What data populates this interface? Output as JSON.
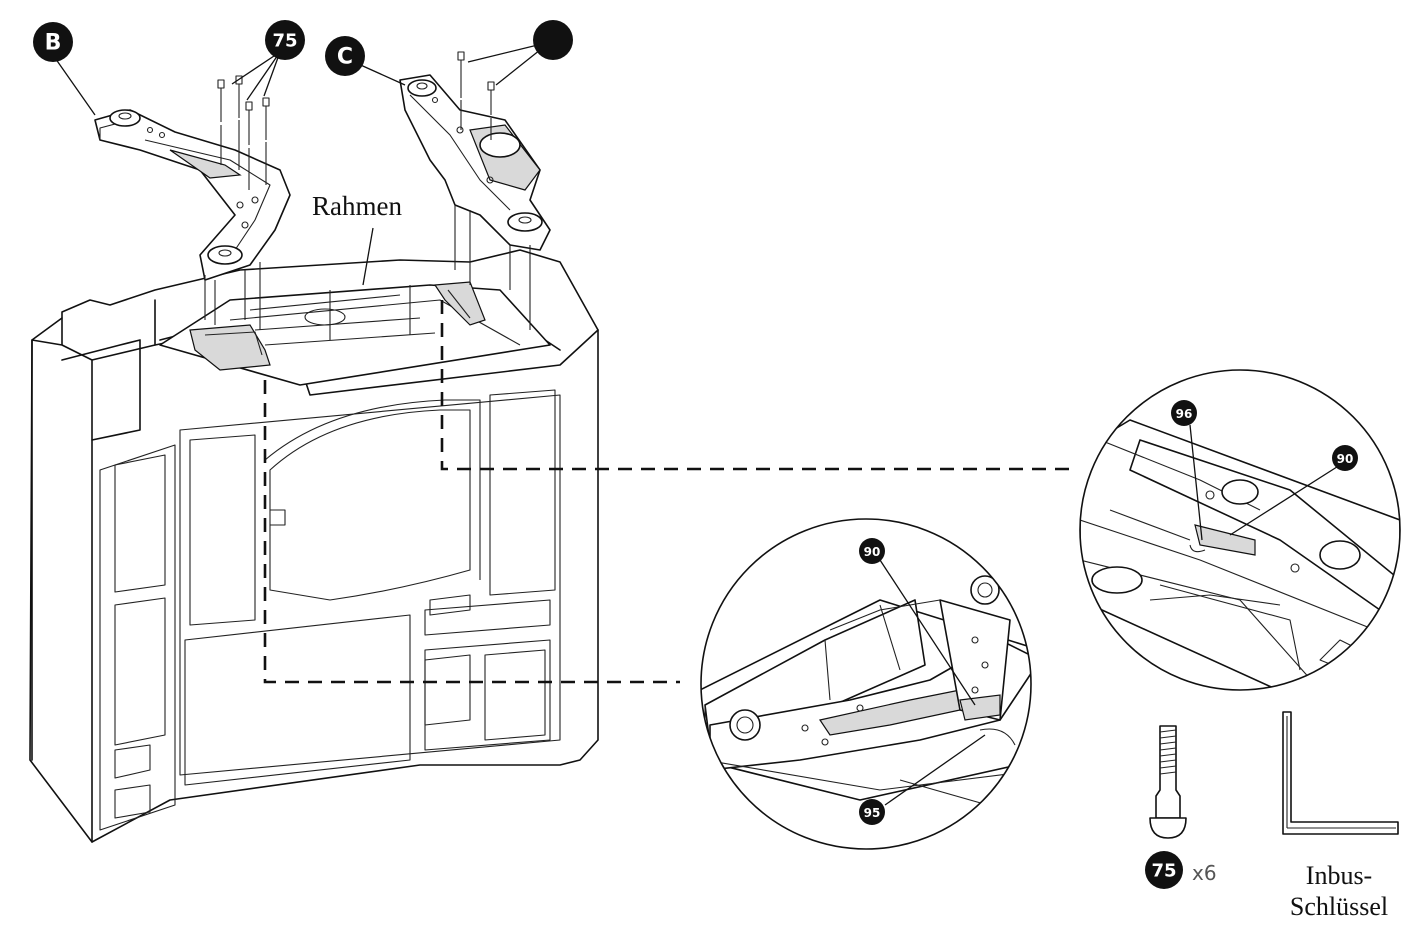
{
  "labels": {
    "part_b": "B",
    "part_c": "C",
    "screw_b": "75",
    "frame": "Rahmen",
    "detail_right_a": "96",
    "detail_right_b": "90",
    "detail_left_a": "90",
    "detail_left_b": "95",
    "bolt_code": "75",
    "bolt_qty": "x6",
    "key_line1": "Inbus-",
    "key_line2": "Schlüssel"
  }
}
